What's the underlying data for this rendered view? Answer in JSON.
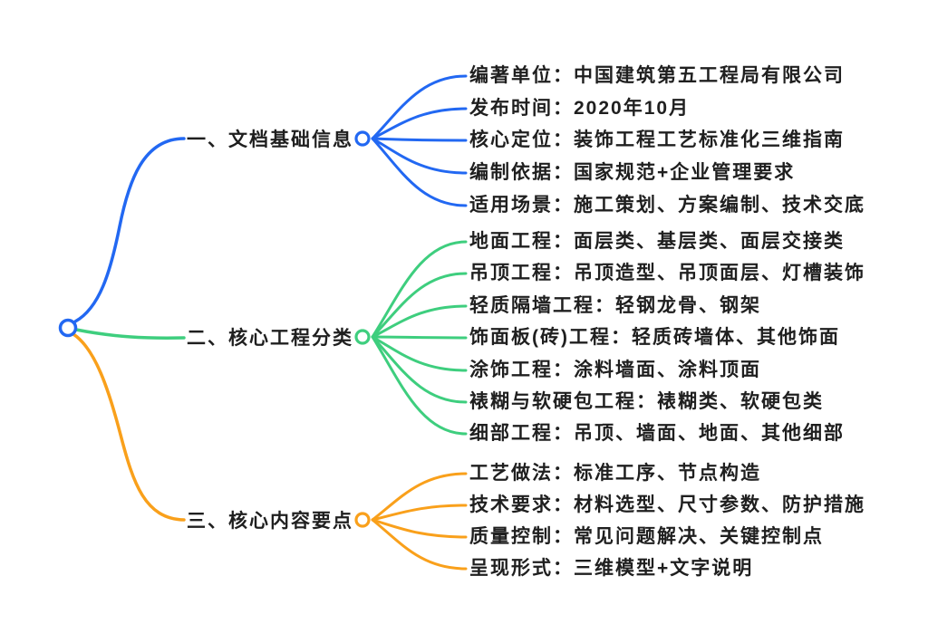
{
  "colors": {
    "blue": "#2268F2",
    "green": "#3ECE7E",
    "orange": "#F9A01B",
    "text": "#1F1F1F",
    "background": "#FFFFFF"
  },
  "mindmap": {
    "branches": [
      {
        "label": "一、文档基础信息",
        "color": "#2268F2",
        "leaves": [
          "编著单位：中国建筑第五工程局有限公司",
          "发布时间：2020年10月",
          "核心定位：装饰工程工艺标准化三维指南",
          "编制依据：国家规范+企业管理要求",
          "适用场景：施工策划、方案编制、技术交底"
        ]
      },
      {
        "label": "二、核心工程分类",
        "color": "#3ECE7E",
        "leaves": [
          "地面工程：面层类、基层类、面层交接类",
          "吊顶工程：吊顶造型、吊顶面层、灯槽装饰",
          "轻质隔墙工程：轻钢龙骨、钢架",
          "饰面板(砖)工程：轻质砖墙体、其他饰面",
          "涂饰工程：涂料墙面、涂料顶面",
          "裱糊与软硬包工程：裱糊类、软硬包类",
          "细部工程：吊顶、墙面、地面、其他细部"
        ]
      },
      {
        "label": "三、核心内容要点",
        "color": "#F9A01B",
        "leaves": [
          "工艺做法：标准工序、节点构造",
          "技术要求：材料选型、尺寸参数、防护措施",
          "质量控制：常见问题解决、关键控制点",
          "呈现形式：三维模型+文字说明"
        ]
      }
    ]
  }
}
